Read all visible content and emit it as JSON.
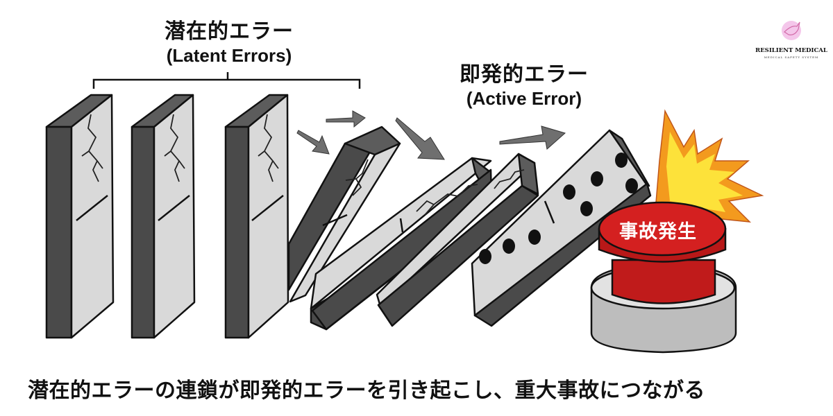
{
  "latent": {
    "title_jp": "潜在的エラー",
    "title_en": "(Latent Errors)"
  },
  "active": {
    "title_jp": "即発的エラー",
    "title_en": "(Active Error)"
  },
  "accident_button": {
    "label": "事故発生",
    "colors": {
      "button": "#d42020",
      "base": "#bdbdbd",
      "burst_outer": "#f39a1e",
      "burst_inner": "#fde23a"
    }
  },
  "caption": "潜在的エラーの連鎖が即発的エラーを引き起こし、重大事故につながる",
  "logo": {
    "name": "RESILIENT MEDICAL",
    "tagline": "MEDICAL SAFETY SYSTEM",
    "icon": "dove-icon",
    "accent": "#f4c6ea"
  },
  "dominoes": [
    {
      "group": "latent",
      "state": "standing",
      "cracked": true
    },
    {
      "group": "latent",
      "state": "standing",
      "cracked": true
    },
    {
      "group": "latent",
      "state": "standing",
      "cracked": true
    },
    {
      "group": "latent",
      "state": "falling",
      "cracked": true
    },
    {
      "group": "latent",
      "state": "fallen",
      "cracked": true
    },
    {
      "group": "latent",
      "state": "fallen",
      "cracked": true
    },
    {
      "group": "active",
      "state": "fallen",
      "pips": [
        3,
        5
      ]
    }
  ]
}
